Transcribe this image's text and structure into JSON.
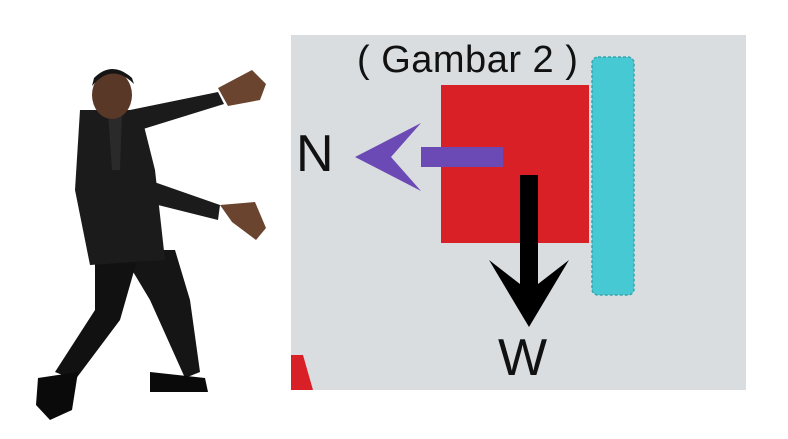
{
  "diagram": {
    "caption": "( Gambar 2 )",
    "force_normal_label": "N",
    "force_weight_label": "W"
  },
  "colors": {
    "background": "#d9dde0",
    "block": "#d92027",
    "wall": "#47c9d3",
    "normal_arrow": "#6c4ab6",
    "weight_arrow": "#000000"
  }
}
